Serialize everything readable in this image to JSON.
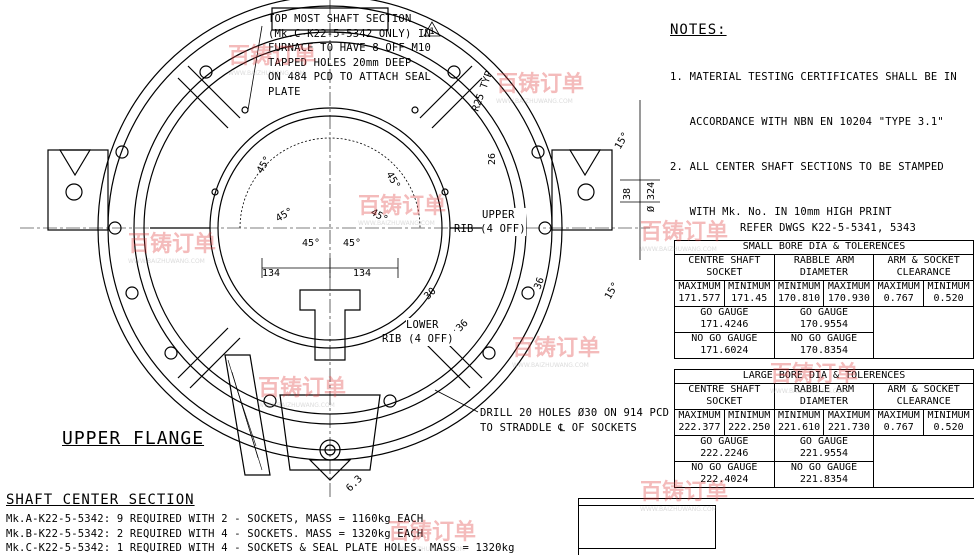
{
  "drawing": {
    "shaft_note": [
      "TOP MOST SHAFT SECTION",
      "(Mk.C-K22-5-5342 ONLY) IN",
      "FURNACE TO HAVE 8 OFF M10",
      "TAPPED HOLES 20mm DEEP",
      "ON 484 PCD TO ATTACH SEAL",
      "PLATE"
    ],
    "revision_mark": "1",
    "dim_r25": "R25 TYP",
    "dim_26": "26",
    "dim_15deg": "15°",
    "dim_38": "38",
    "dim_324": "Ø 324",
    "dim_45": "45°",
    "dim_134": "134",
    "dim_30": "30",
    "dim_36": "36",
    "dim_36b": "36",
    "dim_15b": "15°",
    "dim_63": "6.3",
    "upper_rib": [
      "UPPER",
      "RIB (4 OFF)"
    ],
    "lower_rib": [
      "LOWER",
      "RIB (4 OFF)"
    ],
    "drill_note": [
      "DRILL 20 HOLES Ø30 ON 914 PCD",
      "TO STRADDLE ℄ OF SOCKETS"
    ]
  },
  "notes": {
    "title": "NOTES:",
    "lines": [
      "1. MATERIAL TESTING CERTIFICATES SHALL BE IN",
      "   ACCORDANCE WITH NBN EN 10204 \"TYPE 3.1\"",
      "2. ALL CENTER SHAFT SECTIONS TO BE STAMPED",
      "   WITH Mk. No. IN 10mm HIGH PRINT"
    ]
  },
  "refer": "REFER DWGS K22-5-5341, 5343",
  "small_table": {
    "title": "SMALL BORE DIA & TOLERENCES",
    "h_centre": [
      "CENTRE SHAFT",
      "SOCKET"
    ],
    "h_rabble": [
      "RABBLE ARM",
      "DIAMETER"
    ],
    "h_arm": [
      "ARM & SOCKET",
      "CLEARANCE"
    ],
    "maximum": "MAXIMUM",
    "minimum": "MINIMUM",
    "vals": [
      "171.577",
      "171.45",
      "170.810",
      "170.930",
      "0.767",
      "0.520"
    ],
    "go_gauge": "GO GAUGE",
    "go_a": "171.4246",
    "go_b": "170.9554",
    "nogo": "NO GO GAUGE",
    "nogo_a": "171.6024",
    "nogo_b": "170.8354"
  },
  "large_table": {
    "title": "LARGE BORE DIA & TOLERENCES",
    "h_centre": [
      "CENTRE SHAFT",
      "SOCKET"
    ],
    "h_rabble": [
      "RABBLE ARM",
      "DIAMETER"
    ],
    "h_arm": [
      "ARM & SOCKET",
      "CLEARANCE"
    ],
    "maximum": "MAXIMUM",
    "minimum": "MINIMUM",
    "vals": [
      "222.377",
      "222.250",
      "221.610",
      "221.730",
      "0.767",
      "0.520"
    ],
    "go_gauge": "GO GAUGE",
    "go_a": "222.2246",
    "go_b": "221.9554",
    "nogo": "NO GO GAUGE",
    "nogo_a": "222.4024",
    "nogo_b": "221.8354"
  },
  "labels": {
    "upper_flange": "UPPER FLANGE",
    "shaft_center": "SHAFT CENTER SECTION",
    "marks": [
      "Mk.A-K22-5-5342: 9  REQUIRED WITH 2 - SOCKETS, MASS = 1160kg EACH",
      "Mk.B-K22-5-5342: 2  REQUIRED WITH 4 - SOCKETS. MASS = 1320kg EACH",
      "Mk.C-K22-5-5342: 1 REQUIRED WITH 4 - SOCKETS & SEAL PLATE HOLES. MASS = 1320kg"
    ]
  },
  "watermark": {
    "brand": "百铸订单",
    "url": "WWW.BAIZHUWANG.COM"
  }
}
